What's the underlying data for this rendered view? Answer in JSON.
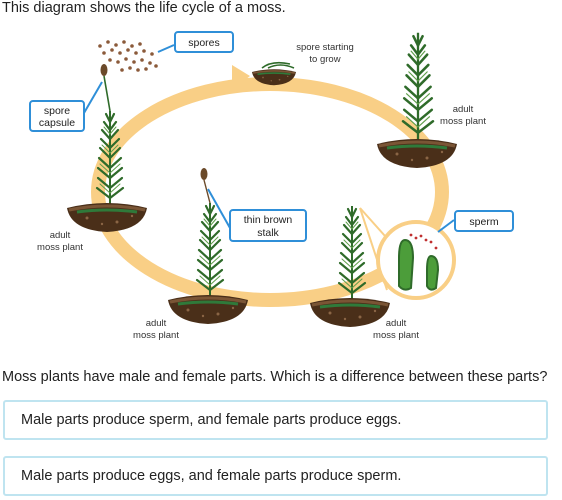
{
  "intro_text": "This diagram shows the life cycle of a moss.",
  "diagram": {
    "callouts": {
      "spores": "spores",
      "spore_capsule_line1": "spore",
      "spore_capsule_line2": "capsule",
      "thin_stalk_line1": "thin brown",
      "thin_stalk_line2": "stalk",
      "sperm": "sperm"
    },
    "labels": {
      "spore_growing_line1": "spore starting",
      "spore_growing_line2": "to grow",
      "adult_moss_line1": "adult",
      "adult_moss_line2": "moss plant"
    },
    "colors": {
      "cycle_ring": "#f9cf86",
      "callout_border": "#2f8fd8",
      "plant_green": "#2f6b2a",
      "soil_brown": "#5a3b20",
      "capsule_brown": "#6b4a2a"
    }
  },
  "question_text": "Moss plants have male and female parts. Which is a difference between these parts?",
  "choices": [
    "Male parts produce sperm, and female parts produce eggs.",
    "Male parts produce eggs, and female parts produce sperm."
  ]
}
